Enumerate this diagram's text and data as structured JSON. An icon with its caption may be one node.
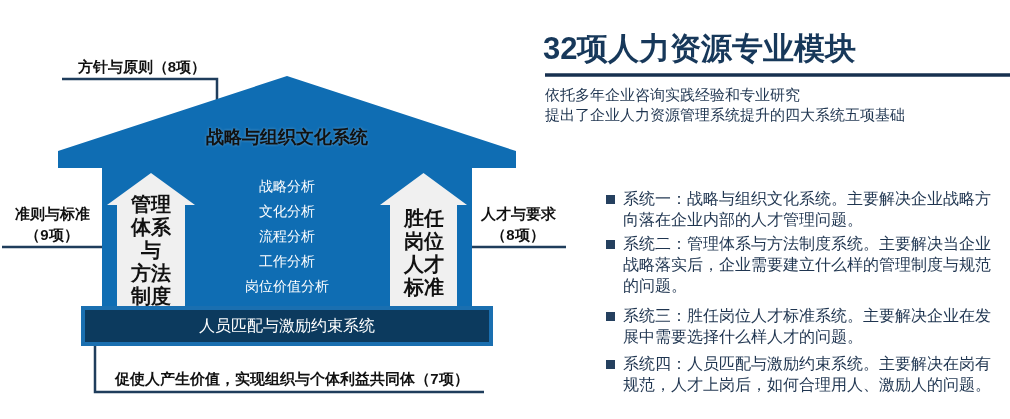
{
  "diagram": {
    "title": "32项人力资源专业模块",
    "nodes": [
      {
        "text": [
          "战略与组织文化系统"
        ]
      },
      {
        "text": [
          "管理体系与方法制度"
        ],
        "in": 0
      },
      {
        "text": [
          "胜任岗位人才标准"
        ],
        "in": 0
      },
      {
        "text": [
          "人员匹配与激励约束系统"
        ]
      },
      {
        "text": [
          "方针与原则（8项）"
        ]
      },
      {
        "text": [
          "准则与标准（9项）"
        ]
      },
      {
        "text": [
          "人才与要求（8项）"
        ]
      },
      {
        "text": [
          "促使人产生价值，实现组织与个体利益共同体（7项）"
        ]
      }
    ],
    "edges": [
      {
        "from": 4,
        "to": 0,
        "arrow": "none"
      },
      {
        "from": 5,
        "to": 1,
        "arrow": "none"
      },
      {
        "from": 6,
        "to": 2,
        "arrow": "none"
      },
      {
        "from": 7,
        "to": 3,
        "arrow": "none"
      }
    ],
    "labels": [
      "依托多年企业咨询实践经验和专业研究",
      "提出了企业人力资源管理系统提升的四大系统五项基础",
      "战略分析",
      "文化分析",
      "流程分析",
      "工作分析",
      "岗位价值分析",
      "系统一：战略与组织文化系统。主要解决企业战略方向落在企业内部的人才管理问题。",
      "系统二：管理体系与方法制度系统。主要解决当企业战略落实后，企业需要建立什么样的管理制度与规范的问题。",
      "系统三：胜任岗位人才标准系统。主要解决企业在发展中需要选择什么样人才的问题。",
      "系统四：人员匹配与激励约束系统。主要解决在岗有规范，人才上岗后，如何合理用人、激励人的问题。"
    ]
  }
}
